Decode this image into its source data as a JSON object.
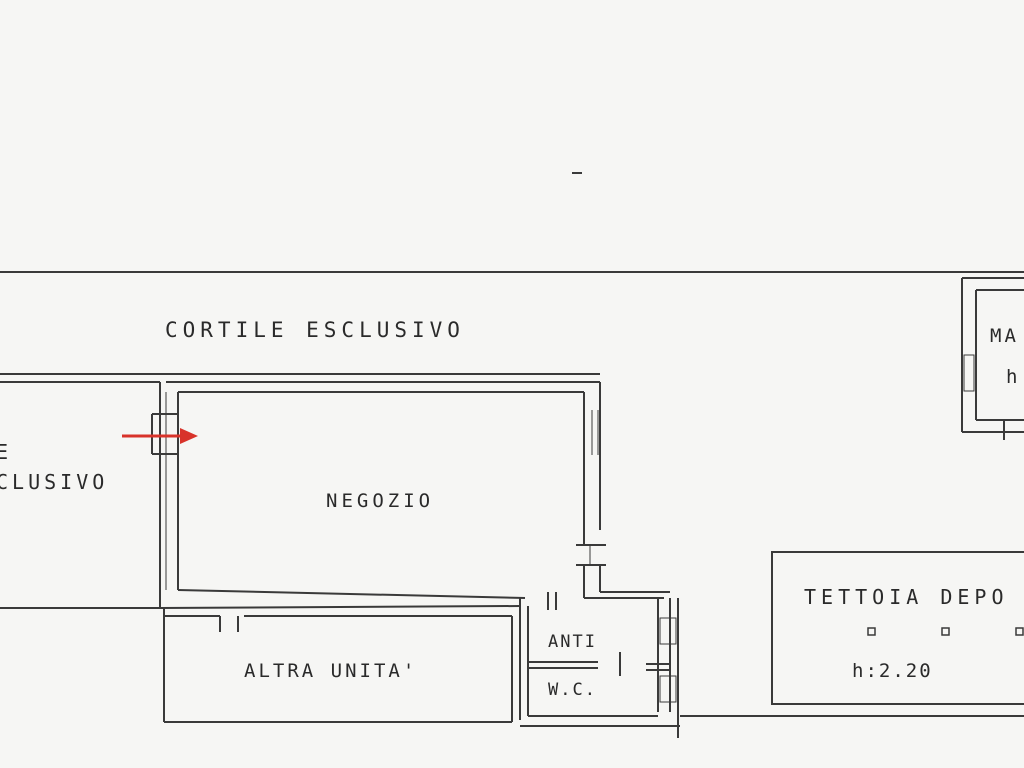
{
  "labels": {
    "cortile": "CORTILE ESCLUSIVO",
    "left_e": "E",
    "left_clusivo": "CLUSIVO",
    "negozio": "NEGOZIO",
    "altra_unita": "ALTRA UNITA'",
    "anti": "ANTI",
    "wc": "W.C.",
    "tettoia": "TETTOIA DEPO",
    "height": "h:2.20",
    "magazzino": "MA",
    "magazzino_h": "h"
  },
  "colors": {
    "line": "#3a3a3a",
    "arrow": "#d8332a",
    "paper": "#f6f6f4"
  },
  "icons": {
    "entrance_arrow": "arrow-right-icon"
  }
}
